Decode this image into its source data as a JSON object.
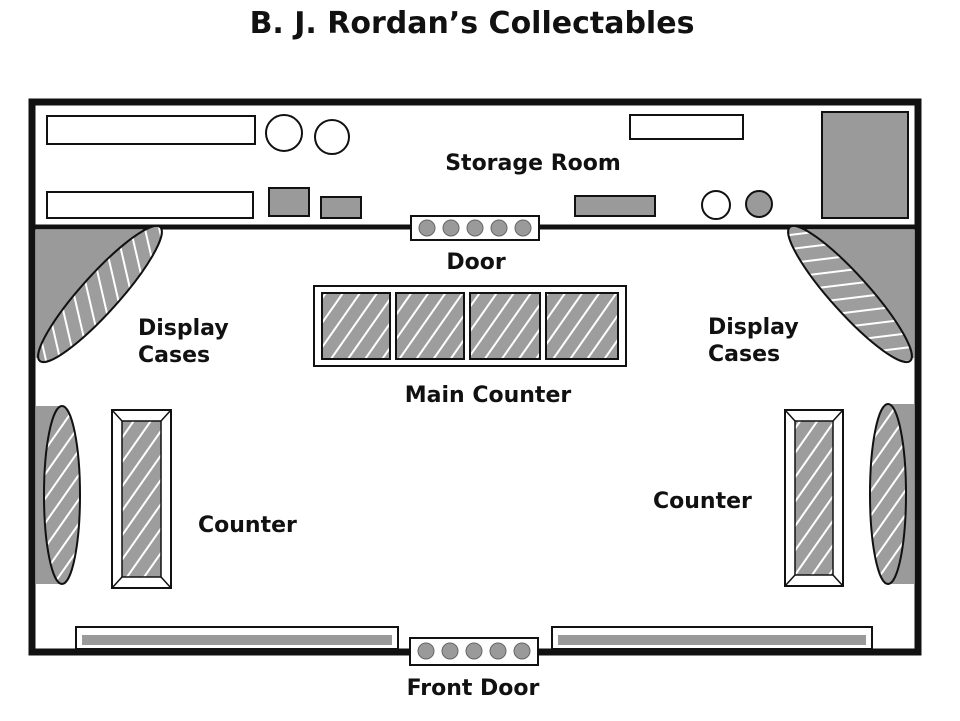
{
  "title": "B. J. Rordan’s Collectables",
  "labels": {
    "storage_room": "Storage Room",
    "door": "Door",
    "display_cases_left": [
      "Display",
      "Cases"
    ],
    "display_cases_right": [
      "Display",
      "Cases"
    ],
    "main_counter": "Main Counter",
    "counter_left": "Counter",
    "counter_right": "Counter",
    "front_door": "Front Door"
  }
}
